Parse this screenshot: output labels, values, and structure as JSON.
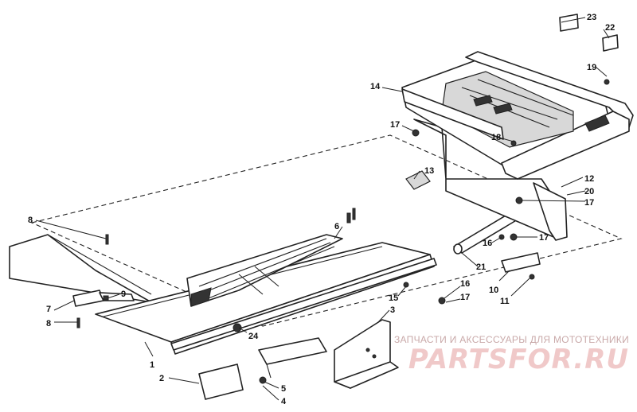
{
  "watermark": {
    "tagline": "ЗАПЧАСТИ И АКСЕССУАРЫ ДЛЯ МОТОТЕХНИКИ",
    "brand": "PARTSFOR.RU"
  },
  "callouts": [
    {
      "id": "c1",
      "text": "1"
    },
    {
      "id": "c2",
      "text": "2"
    },
    {
      "id": "c3",
      "text": "3"
    },
    {
      "id": "c4",
      "text": "4"
    },
    {
      "id": "c5",
      "text": "5"
    },
    {
      "id": "c6",
      "text": "6"
    },
    {
      "id": "c7",
      "text": "7"
    },
    {
      "id": "c8a",
      "text": "8"
    },
    {
      "id": "c8b",
      "text": "8"
    },
    {
      "id": "c9",
      "text": "9"
    },
    {
      "id": "c10",
      "text": "10"
    },
    {
      "id": "c11",
      "text": "11"
    },
    {
      "id": "c12",
      "text": "12"
    },
    {
      "id": "c13",
      "text": "13"
    },
    {
      "id": "c14",
      "text": "14"
    },
    {
      "id": "c15",
      "text": "15"
    },
    {
      "id": "c16a",
      "text": "16"
    },
    {
      "id": "c16b",
      "text": "16"
    },
    {
      "id": "c17a",
      "text": "17"
    },
    {
      "id": "c17b",
      "text": "17"
    },
    {
      "id": "c17c",
      "text": "17"
    },
    {
      "id": "c17d",
      "text": "17"
    },
    {
      "id": "c18",
      "text": "18"
    },
    {
      "id": "c19",
      "text": "19"
    },
    {
      "id": "c20",
      "text": "20"
    },
    {
      "id": "c21",
      "text": "21"
    },
    {
      "id": "c22",
      "text": "22"
    },
    {
      "id": "c23",
      "text": "23"
    },
    {
      "id": "c24",
      "text": "24"
    }
  ]
}
